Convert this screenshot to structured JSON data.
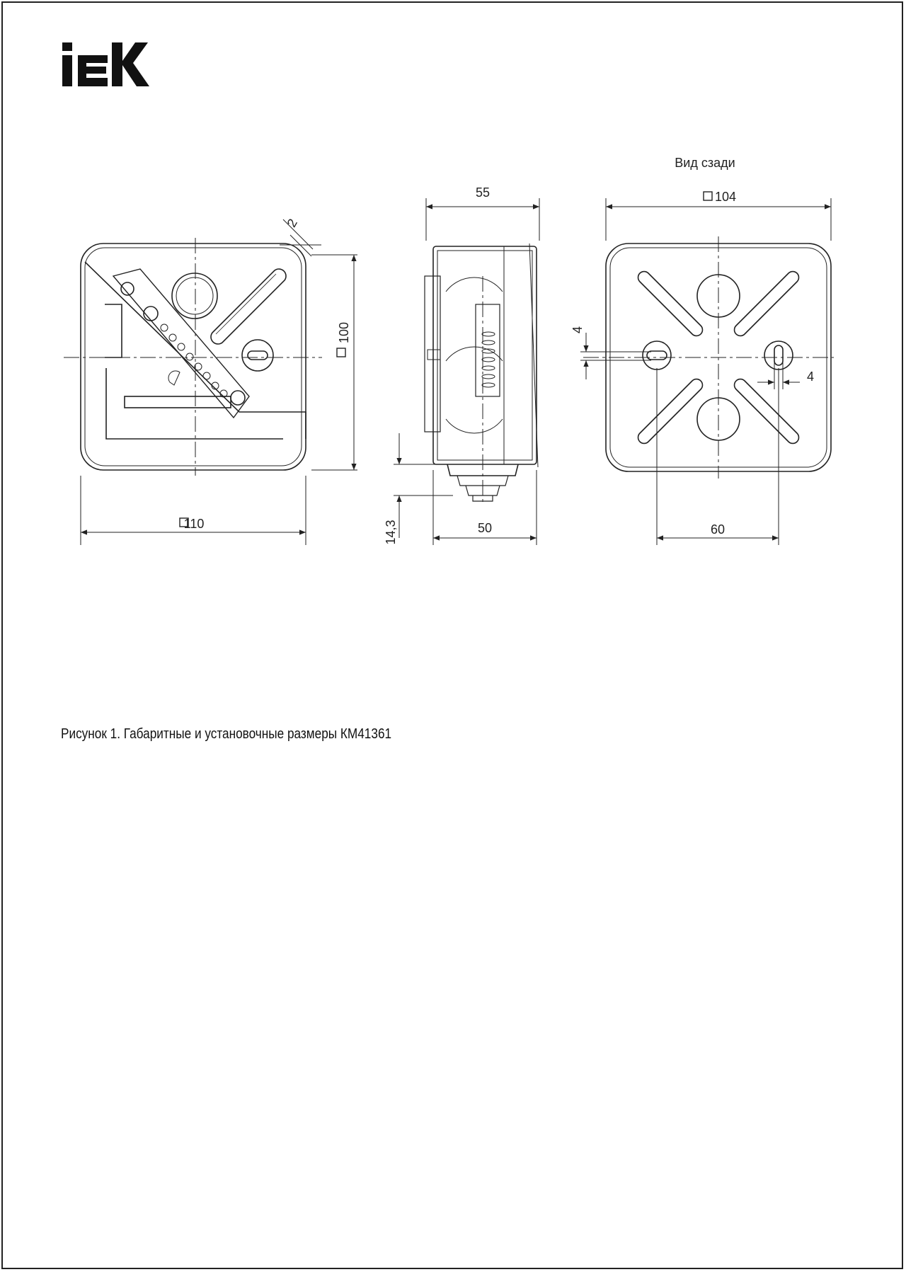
{
  "logo": {
    "text": "IEK"
  },
  "views": {
    "rear_view_title": "Вид сзади"
  },
  "dimensions": {
    "front_width": "110",
    "front_height": "100",
    "wall_gap": "2",
    "side_depth_top": "55",
    "side_depth_bottom": "50",
    "gland_height": "14,3",
    "rear_width": "104",
    "rear_hole_spacing": "60",
    "rear_slot_height": "4",
    "rear_slot_width": "4"
  },
  "caption": "Рисунок 1. Габаритные и установочные размеры КМ41361",
  "colors": {
    "line": "#222222",
    "background": "#ffffff"
  }
}
